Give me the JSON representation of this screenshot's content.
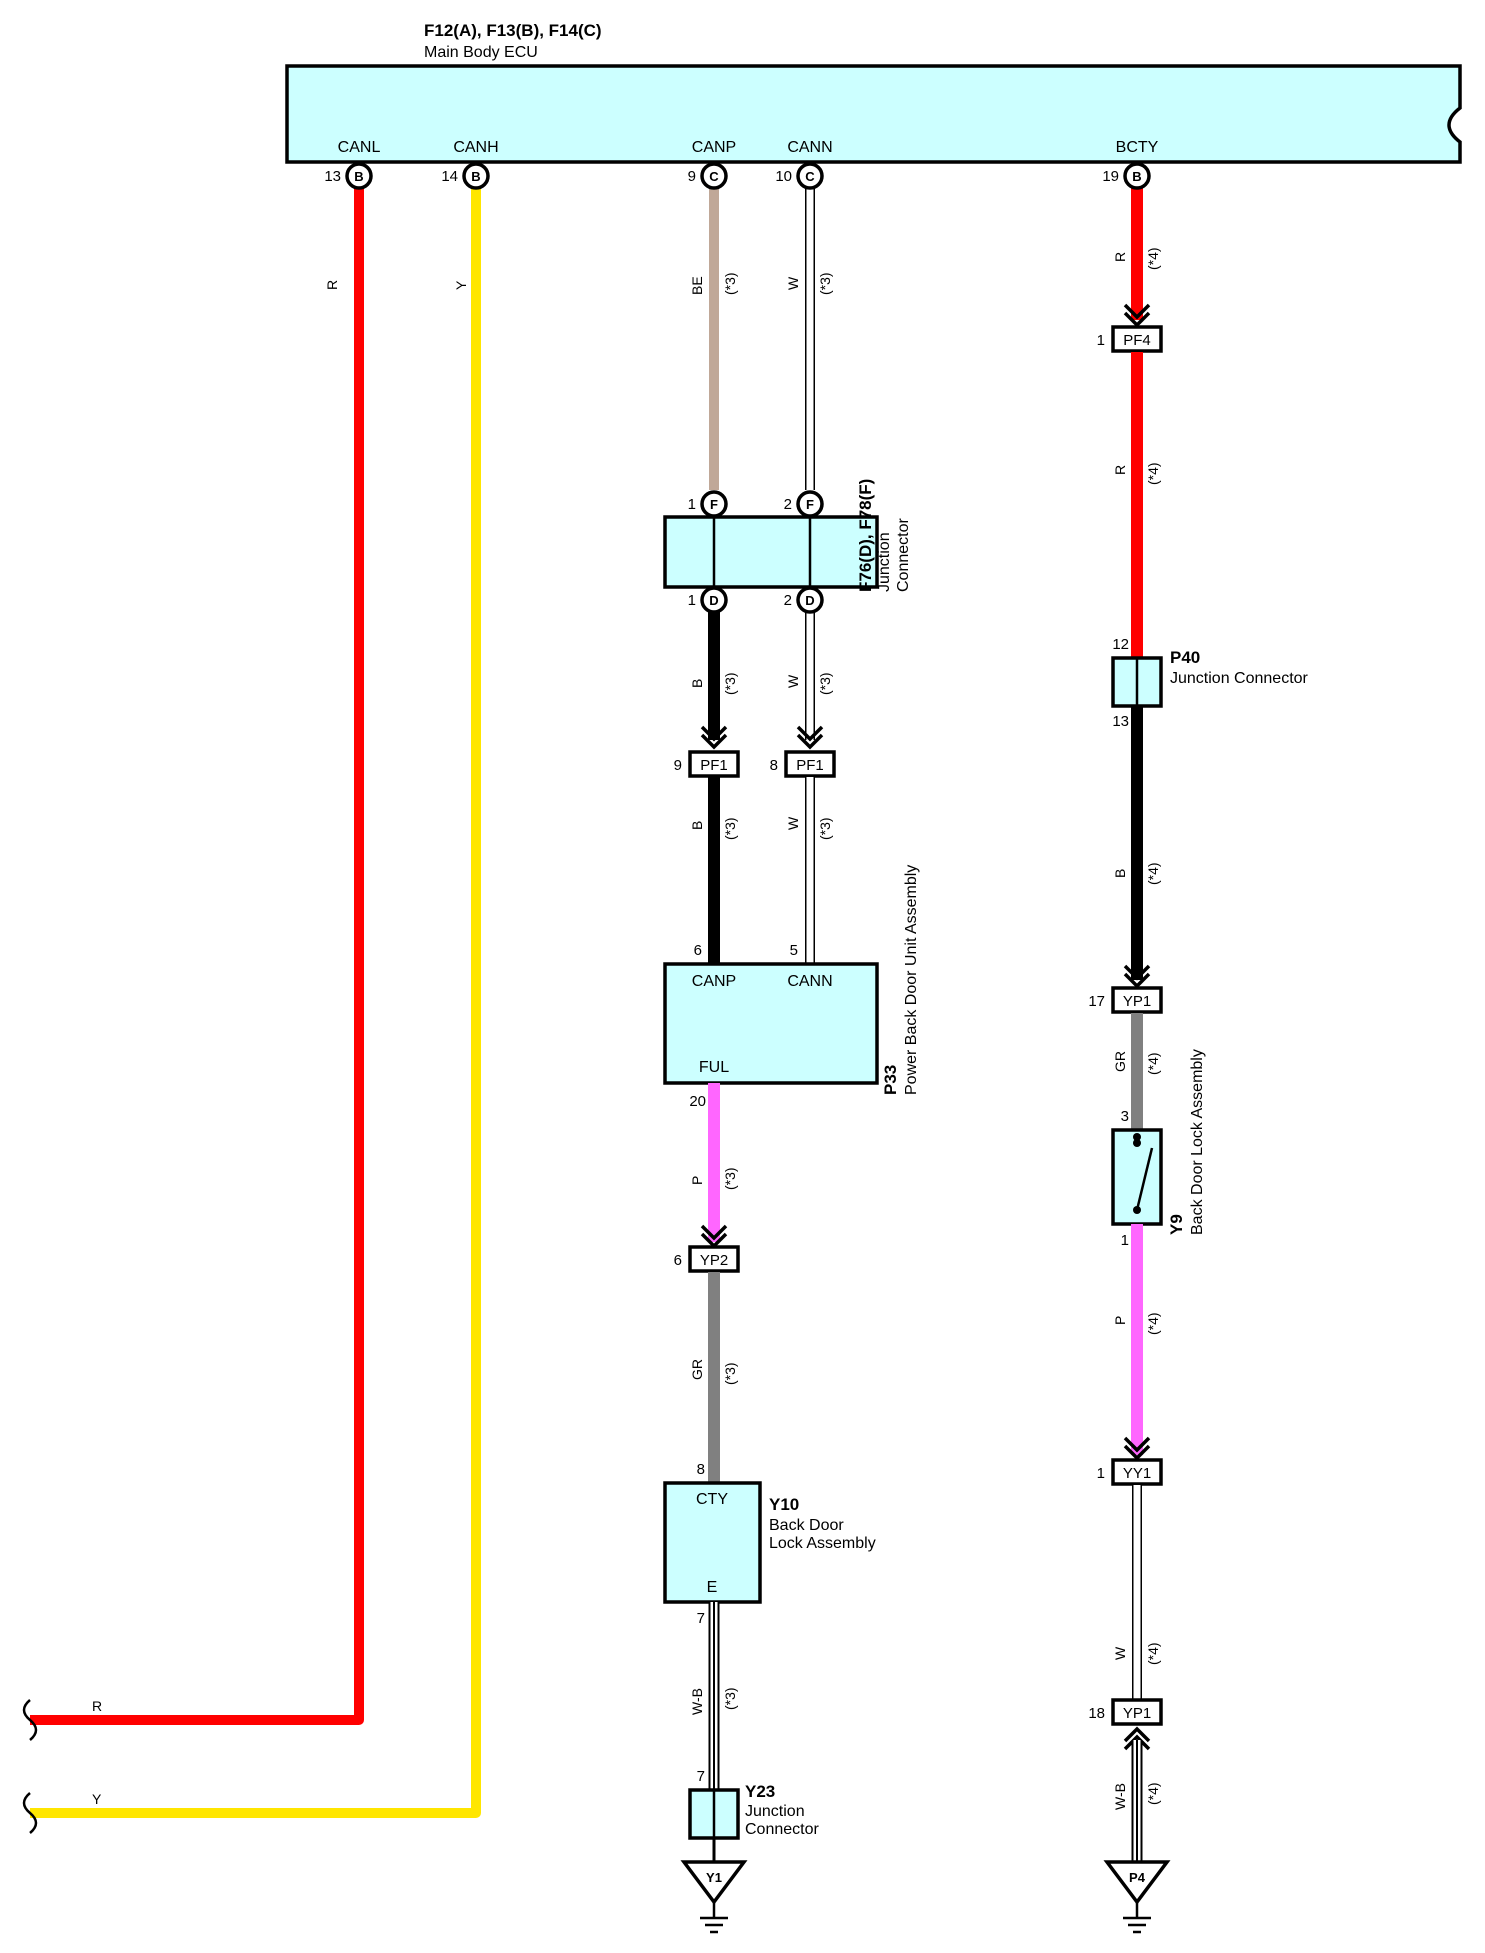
{
  "ecu": {
    "title": "F12(A), F13(B), F14(C)",
    "subtitle": "Main Body ECU",
    "pins": [
      {
        "signal": "CANL",
        "number": "13",
        "connector": "B"
      },
      {
        "signal": "CANH",
        "number": "14",
        "connector": "B"
      },
      {
        "signal": "CANP",
        "number": "9",
        "connector": "C"
      },
      {
        "signal": "CANN",
        "number": "10",
        "connector": "C"
      },
      {
        "signal": "BCTY",
        "number": "19",
        "connector": "B"
      }
    ]
  },
  "junction_f76": {
    "title": "F76(D), F78(F)",
    "label_line1": "Junction",
    "label_line2": "Connector",
    "top_pins": [
      {
        "number": "1",
        "connector": "F"
      },
      {
        "number": "2",
        "connector": "F"
      }
    ],
    "bottom_pins": [
      {
        "number": "1",
        "connector": "D"
      },
      {
        "number": "2",
        "connector": "D"
      }
    ]
  },
  "p33": {
    "id": "P33",
    "name": "Power Back Door Unit Assembly",
    "pin_canp": "CANP",
    "pin_cann": "CANN",
    "pin_ful": "FUL",
    "num_canp": "6",
    "num_cann": "5",
    "num_ful": "20"
  },
  "y10": {
    "id": "Y10",
    "line1": "Back Door",
    "line2": "Lock Assembly",
    "pin_top": "CTY",
    "pin_bottom": "E",
    "num_top": "8",
    "num_bottom": "7"
  },
  "y23": {
    "id": "Y23",
    "line1": "Junction",
    "line2": "Connector",
    "num_top": "7"
  },
  "p40": {
    "id": "P40",
    "name": "Junction Connector",
    "num_top": "12",
    "num_bottom": "13"
  },
  "y9": {
    "id": "Y9",
    "name": "Back Door Lock Assembly",
    "num_top": "3",
    "num_bottom": "1"
  },
  "connectors": {
    "pf4": {
      "label": "PF4",
      "pin": "1"
    },
    "pf1_left": {
      "label": "PF1",
      "pin": "9"
    },
    "pf1_right": {
      "label": "PF1",
      "pin": "8"
    },
    "yp2": {
      "label": "YP2",
      "pin": "6"
    },
    "yp1_top": {
      "label": "YP1",
      "pin": "17"
    },
    "yy1": {
      "label": "YY1",
      "pin": "1"
    },
    "yp1_bottom": {
      "label": "YP1",
      "pin": "18"
    }
  },
  "grounds": {
    "y1": "Y1",
    "p4": "P4"
  },
  "wires": {
    "canl": {
      "code": "R",
      "color": "#ff0000"
    },
    "canh": {
      "code": "Y",
      "color": "#ffe600"
    },
    "be": {
      "code": "BE",
      "note": "(*3)",
      "color": "#c0a898"
    },
    "w1": {
      "code": "W",
      "note": "(*3)",
      "color": "#ffffff"
    },
    "b_left1": {
      "code": "B",
      "note": "(*3)",
      "color": "#000000"
    },
    "w2": {
      "code": "W",
      "note": "(*3)",
      "color": "#ffffff"
    },
    "b_left2": {
      "code": "B",
      "note": "(*3)",
      "color": "#000000"
    },
    "w3": {
      "code": "W",
      "note": "(*3)",
      "color": "#ffffff"
    },
    "p_left": {
      "code": "P",
      "note": "(*3)",
      "color": "#ff66ff"
    },
    "gr_left": {
      "code": "GR",
      "note": "(*3)",
      "color": "#808080"
    },
    "wb_left": {
      "code": "W-B",
      "note": "(*3)",
      "color": "#ffffff"
    },
    "r_right1": {
      "code": "R",
      "note": "(*4)",
      "color": "#ff0000"
    },
    "r_right2": {
      "code": "R",
      "note": "(*4)",
      "color": "#ff0000"
    },
    "b_right": {
      "code": "B",
      "note": "(*4)",
      "color": "#000000"
    },
    "gr_right": {
      "code": "GR",
      "note": "(*4)",
      "color": "#808080"
    },
    "p_right": {
      "code": "P",
      "note": "(*4)",
      "color": "#ff66ff"
    },
    "w_right": {
      "code": "W",
      "note": "(*4)",
      "color": "#ffffff"
    },
    "wb_right": {
      "code": "W-B",
      "note": "(*4)",
      "color": "#ffffff"
    },
    "r_bottom": {
      "code": "R"
    },
    "y_bottom": {
      "code": "Y"
    }
  }
}
